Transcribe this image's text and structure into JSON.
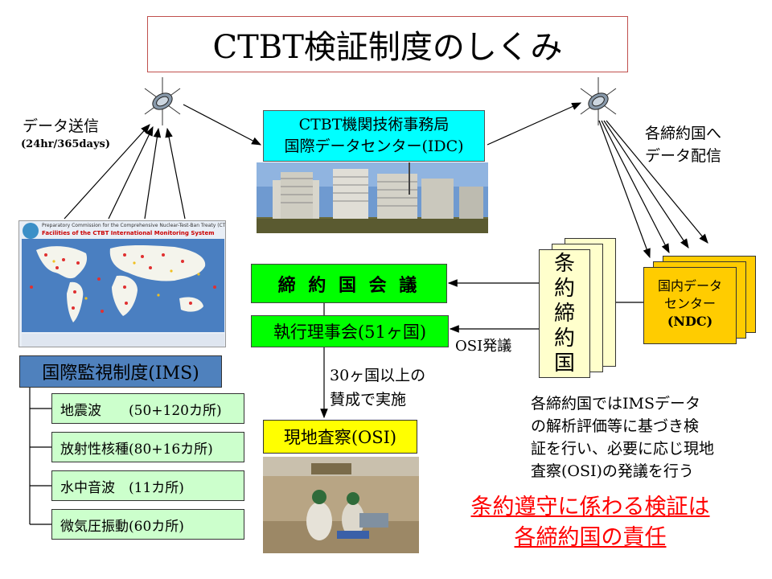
{
  "title": "CTBT検証制度のしくみ",
  "data_send": {
    "label": "データ送信",
    "sub": "(24hr/365days)"
  },
  "distribution": {
    "line1": "各締約国へ",
    "line2": "データ配信"
  },
  "idc": {
    "line1": "CTBT機関技術事務局",
    "line2": "国際データセンター(IDC)"
  },
  "map": {
    "org_line": "Preparatory Commission for the Comprehensive Nuclear-Test-Ban Treaty (CTBTO)",
    "title_line": "Facilities of the CTBT International Monitoring System"
  },
  "conference": "締 約 国 会 議",
  "executive": "執行理事会(51ヶ国)",
  "approval": {
    "line1": "30ヶ国以上の",
    "line2": "賛成で実施"
  },
  "osi_request": "OSI発議",
  "treaty_states": [
    "条",
    "約",
    "締",
    "約",
    "国"
  ],
  "ndc": {
    "line1": "国内データ",
    "line2": "センター",
    "line3": "(NDC)"
  },
  "ims": {
    "label": "国際監視制度(IMS)",
    "items": [
      "地震波　　(50+120カ所)",
      "放射性核種(80+16カ所)",
      "水中音波　(11カ所)",
      "微気圧振動(60カ所)"
    ]
  },
  "osi": "現地査察(OSI)",
  "analysis_text": [
    "各締約国ではIMSデータ",
    "の解析評価等に基づき検",
    "証を行い、必要に応じ現地",
    "査察(OSI)の発議を行う"
  ],
  "responsibility": {
    "line1": "条約遵守に係わる検証は",
    "line2": "各締約国の責任"
  }
}
